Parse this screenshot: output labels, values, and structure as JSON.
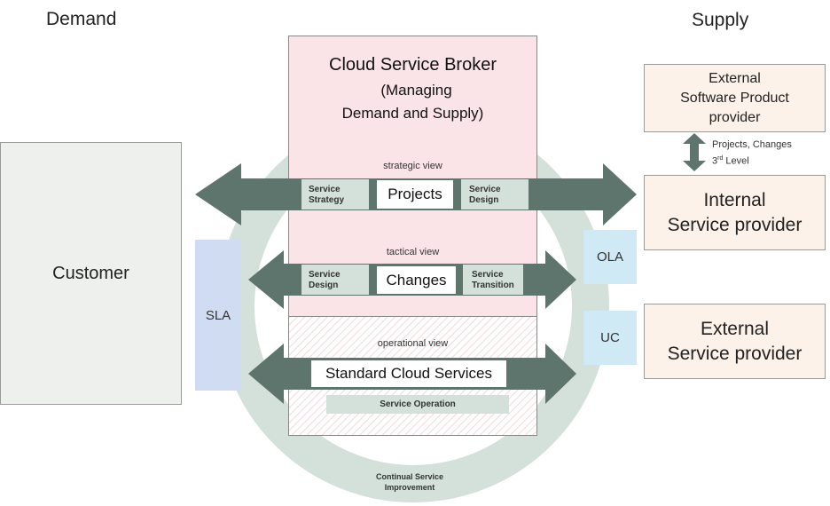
{
  "headings": {
    "demand": "Demand",
    "supply": "Supply"
  },
  "customer": "Customer",
  "sla": "SLA",
  "ola": "OLA",
  "uc": "UC",
  "broker": {
    "line1": "Cloud Service Broker",
    "line2": "(Managing",
    "line3": "Demand and Supply)"
  },
  "views": {
    "strategic": "strategic view",
    "tactical": "tactical view",
    "operational": "operational  view"
  },
  "rows": {
    "strategic": {
      "left": [
        "Service",
        "Strategy"
      ],
      "center": "Projects",
      "right": [
        "Service",
        "Design"
      ]
    },
    "tactical": {
      "left": [
        "Service",
        "Design"
      ],
      "center": "Changes",
      "right": [
        "Service",
        "Transition"
      ]
    },
    "operational": {
      "center": "Standard Cloud Services",
      "bottom": "Service Operation"
    }
  },
  "csi": [
    "Continual Service",
    "Improvement"
  ],
  "providers": {
    "ext_software": [
      "External",
      "Software Product",
      "provider"
    ],
    "internal": [
      "Internal",
      "Service provider"
    ],
    "external": [
      "External",
      "Service provider"
    ]
  },
  "link_label": {
    "line1": "Projects,  Changes",
    "line2_base": "3",
    "line2_sup": "rd",
    "line2_rest": " Level"
  },
  "colors": {
    "arrow": "#5e756e",
    "ring": "#d4e0da",
    "broker_pink": "#fbe4e8",
    "peach": "#fdf2e9",
    "sla_blue": "#cfdcf2",
    "light_blue": "#cfe9f5",
    "band": "#d4e0da",
    "customer_bg": "#eef0ee"
  }
}
